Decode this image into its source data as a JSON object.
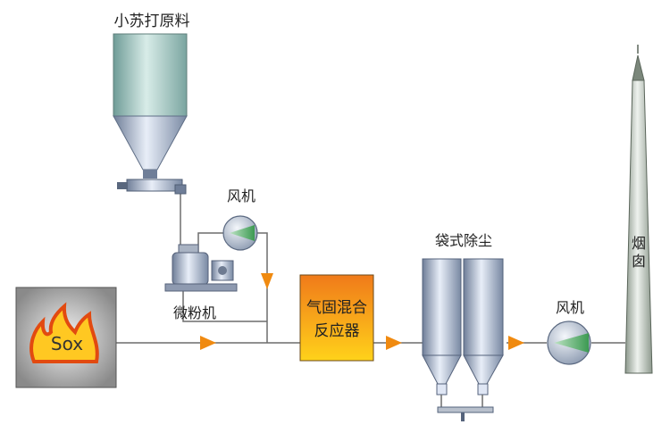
{
  "labels": {
    "soda_raw": "小苏打原料",
    "fan_top": "风机",
    "micro_mill": "微粉机",
    "reactor_line1": "气固混合",
    "reactor_line2": "反应器",
    "bag_filter": "袋式除尘",
    "fan_right": "风机",
    "chimney": "烟囱",
    "source": "Sox"
  },
  "colors": {
    "pipe": "#6d6d6d",
    "arrow": "#f08a10",
    "reactor_top": "#f07a1a",
    "reactor_bottom": "#ffd21a",
    "steel_dark": "#7d8ca4",
    "steel_light": "#dfe6f4",
    "chimney_light": "#e6ece6",
    "chimney_dark": "#8b978b",
    "hopper_top": "#9dc4be",
    "flame": "#ffcc22"
  }
}
